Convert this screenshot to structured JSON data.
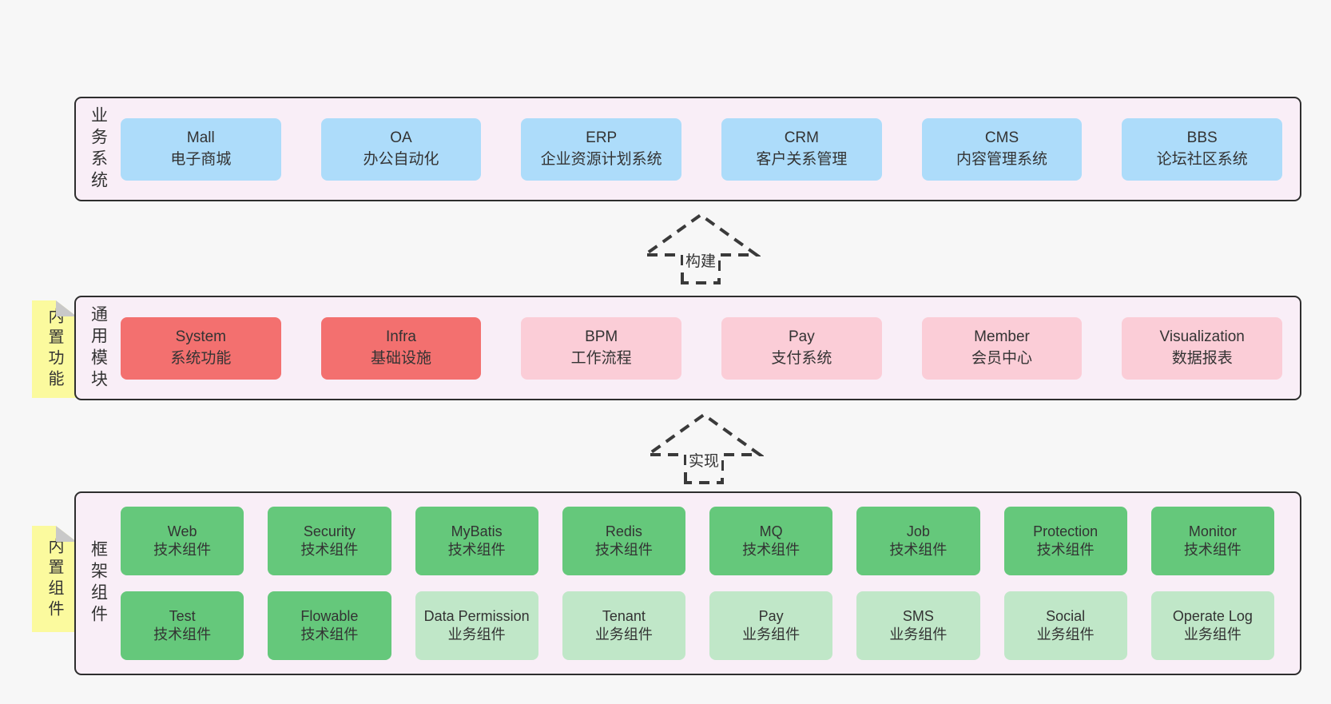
{
  "diagram": {
    "layers": [
      {
        "label": "业务系统",
        "boxes": [
          {
            "title": "Mall",
            "subtitle": "电子商城"
          },
          {
            "title": "OA",
            "subtitle": "办公自动化"
          },
          {
            "title": "ERP",
            "subtitle": "企业资源计划系统"
          },
          {
            "title": "CRM",
            "subtitle": "客户关系管理"
          },
          {
            "title": "CMS",
            "subtitle": "内容管理系统"
          },
          {
            "title": "BBS",
            "subtitle": "论坛社区系统"
          }
        ]
      },
      {
        "label": "通用模块",
        "sticky": "内置功能",
        "boxes": [
          {
            "title": "System",
            "subtitle": "系统功能"
          },
          {
            "title": "Infra",
            "subtitle": "基础设施"
          },
          {
            "title": "BPM",
            "subtitle": "工作流程"
          },
          {
            "title": "Pay",
            "subtitle": "支付系统"
          },
          {
            "title": "Member",
            "subtitle": "会员中心"
          },
          {
            "title": "Visualization",
            "subtitle": "数据报表"
          }
        ]
      },
      {
        "label": "框架组件",
        "sticky": "内置组件",
        "rows": [
          [
            {
              "title": "Web",
              "subtitle": "技术组件"
            },
            {
              "title": "Security",
              "subtitle": "技术组件"
            },
            {
              "title": "MyBatis",
              "subtitle": "技术组件"
            },
            {
              "title": "Redis",
              "subtitle": "技术组件"
            },
            {
              "title": "MQ",
              "subtitle": "技术组件"
            },
            {
              "title": "Job",
              "subtitle": "技术组件"
            },
            {
              "title": "Protection",
              "subtitle": "技术组件"
            },
            {
              "title": "Monitor",
              "subtitle": "技术组件"
            }
          ],
          [
            {
              "title": "Test",
              "subtitle": "技术组件"
            },
            {
              "title": "Flowable",
              "subtitle": "技术组件"
            },
            {
              "title": "Data Permission",
              "subtitle": "业务组件"
            },
            {
              "title": "Tenant",
              "subtitle": "业务组件"
            },
            {
              "title": "Pay",
              "subtitle": "业务组件"
            },
            {
              "title": "SMS",
              "subtitle": "业务组件"
            },
            {
              "title": "Social",
              "subtitle": "业务组件"
            },
            {
              "title": "Operate Log",
              "subtitle": "业务组件"
            }
          ]
        ]
      }
    ],
    "arrows": [
      {
        "label": "构建"
      },
      {
        "label": "实现"
      }
    ],
    "colors": {
      "page_bg": "#f7f7f7",
      "panel_bg": "#f9eef7",
      "panel_border": "#2e2e2e",
      "business_box": "#addcfa",
      "core_module_box": "#f3706f",
      "optional_module_box": "#fbcdd7",
      "tech_component_box": "#65c87b",
      "biz_component_box": "#c0e7c8",
      "sticky_note": "#fbfa9e",
      "sticky_fold": "#c9c9c9",
      "text": "#333333",
      "arrow_stroke": "#3a3a3a"
    }
  }
}
